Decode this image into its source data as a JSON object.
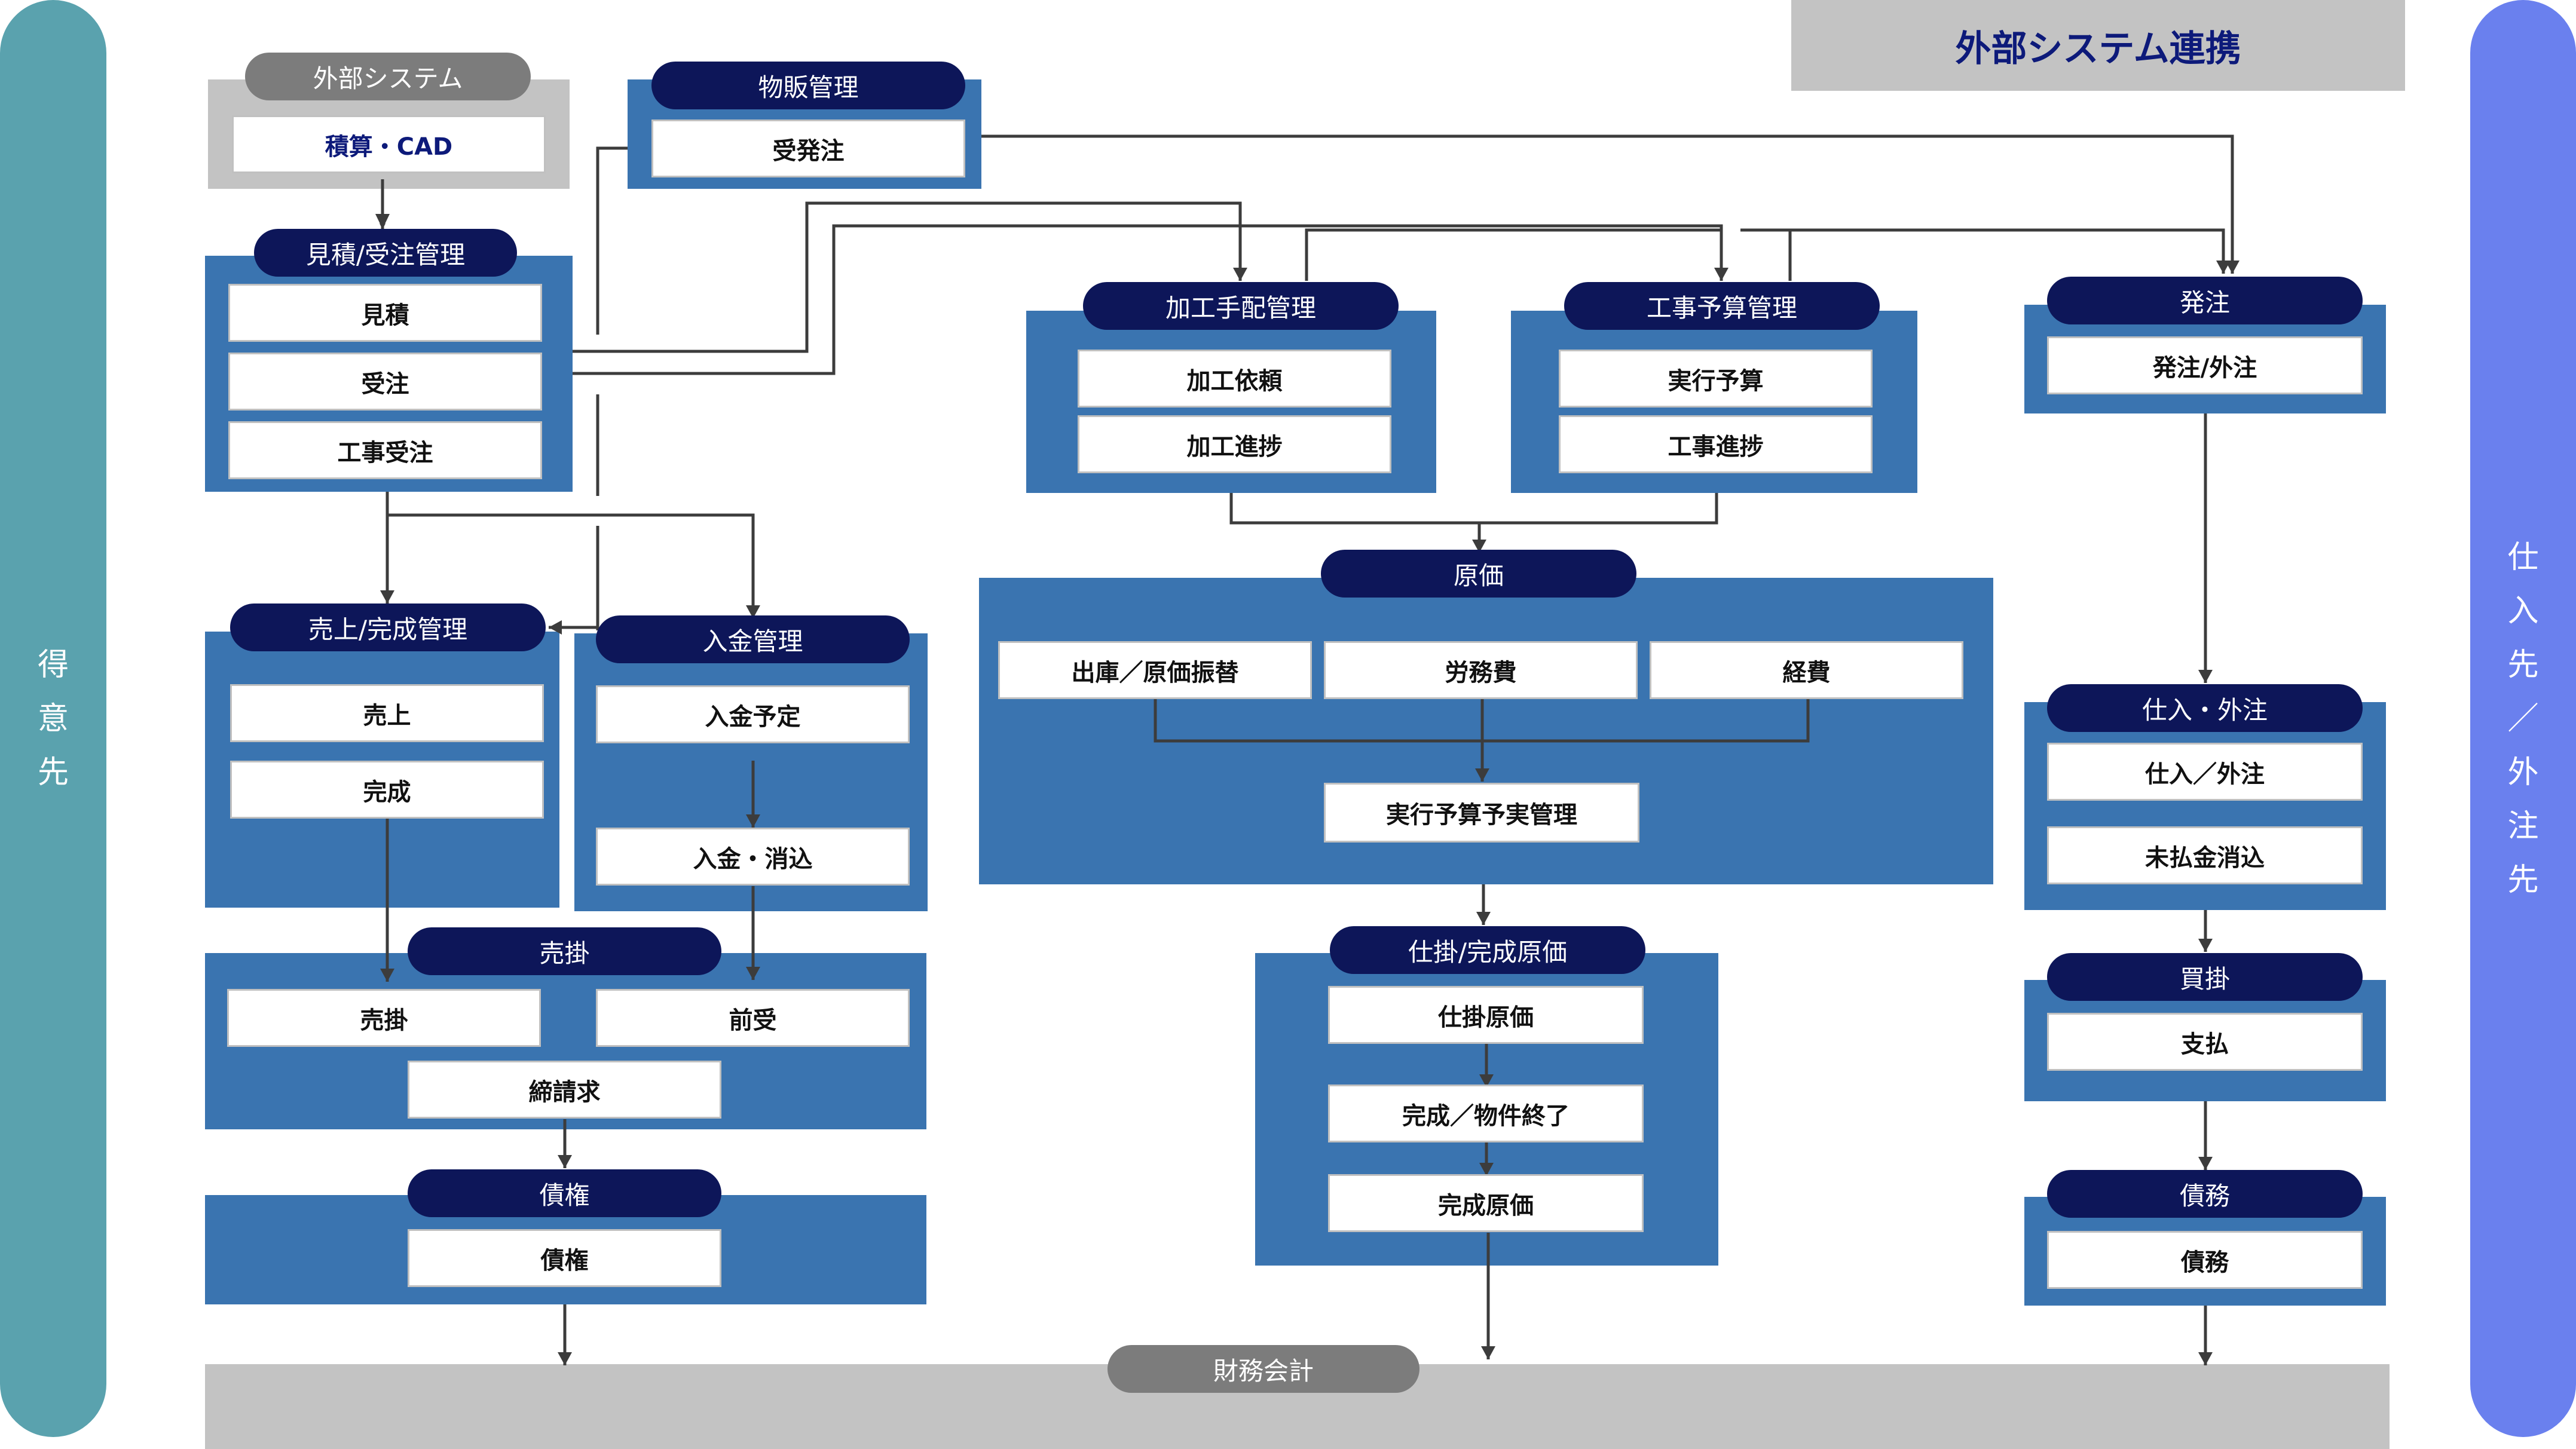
{
  "side": {
    "left": [
      "得",
      "意",
      "先"
    ],
    "right": [
      "仕",
      "入",
      "先",
      "／",
      "外",
      "注",
      "先"
    ]
  },
  "banner": "外部システム連携",
  "external": {
    "title": "外部システム",
    "item": "積算・CAD"
  },
  "sales_mgmt": {
    "title": "物販管理",
    "item": "受発注"
  },
  "estimate": {
    "title": "見積/受注管理",
    "items": [
      "見積",
      "受注",
      "工事受注"
    ]
  },
  "processing": {
    "title": "加工手配管理",
    "items": [
      "加工依頼",
      "加工進捗"
    ]
  },
  "budget": {
    "title": "工事予算管理",
    "items": [
      "実行予算",
      "工事進捗"
    ]
  },
  "order": {
    "title": "発注",
    "item": "発注/外注"
  },
  "cost": {
    "title": "原価",
    "items": [
      "出庫／原価振替",
      "労務費",
      "経費"
    ],
    "sub": "実行予算予実管理"
  },
  "sales": {
    "title": "売上/完成管理",
    "items": [
      "売上",
      "完成"
    ]
  },
  "payment": {
    "title": "入金管理",
    "items": [
      "入金予定",
      "入金・消込"
    ]
  },
  "receivable": {
    "title": "売掛",
    "items": [
      "売掛",
      "前受",
      "締請求"
    ]
  },
  "credit": {
    "title": "債権",
    "item": "債権"
  },
  "wip": {
    "title": "仕掛/完成原価",
    "items": [
      "仕掛原価",
      "完成／物件終了",
      "完成原価"
    ]
  },
  "purchase": {
    "title": "仕入・外注",
    "items": [
      "仕入／外注",
      "未払金消込"
    ]
  },
  "payable": {
    "title": "買掛",
    "item": "支払"
  },
  "debt": {
    "title": "債務",
    "item": "債務"
  },
  "finance": {
    "title": "財務会計"
  },
  "colors": {
    "left_side": "#5aa2ae",
    "right_side": "#6a80ee",
    "panel": "#3a74b0",
    "pill": "#0d1659",
    "banner_text": "#0d1a7a"
  }
}
